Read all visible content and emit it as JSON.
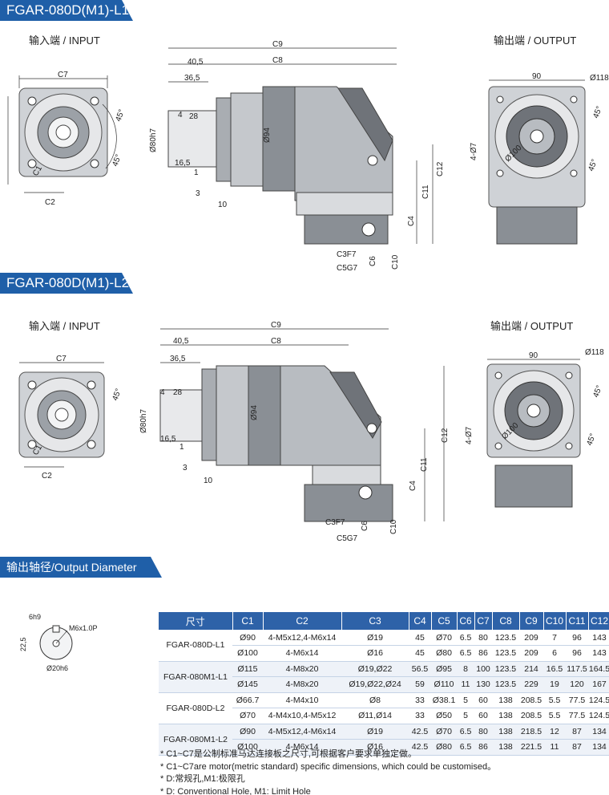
{
  "sections": {
    "l1_title": "FGAR-080D(M1)-L1",
    "l2_title": "FGAR-080D(M1)-L2",
    "shaft_title": "输出轴径/Output Diameter"
  },
  "views": {
    "input_label": "输入端 / INPUT",
    "output_label": "输出端 / OUTPUT"
  },
  "dims": {
    "c1": "C1",
    "c2": "C2",
    "c3": "C3",
    "c4": "C4",
    "c5": "C5",
    "c6": "C6",
    "c7": "C7",
    "c8": "C8",
    "c9": "C9",
    "c10": "C10",
    "c11": "C11",
    "c12": "C12",
    "c3f7": "C3F7",
    "c5g7": "C5G7",
    "d405": "40,5",
    "d365": "36,5",
    "d28": "28",
    "d4": "4",
    "d165": "16,5",
    "d1": "1",
    "d3": "3",
    "d10": "10",
    "d80": "Ø80h7",
    "d94": "Ø94",
    "d90": "90",
    "d118": "Ø118",
    "d100": "Ø100",
    "d47": "4-Ø7",
    "a45": "45°"
  },
  "shaft": {
    "key": "6h9",
    "height": "22,5",
    "thread": "M6x1.0P",
    "dia": "Ø20h6"
  },
  "table": {
    "headers": [
      "尺寸",
      "C1",
      "C2",
      "C3",
      "C4",
      "C5",
      "C6",
      "C7",
      "C8",
      "C9",
      "C10",
      "C11",
      "C12"
    ],
    "groups": [
      {
        "model": "FGAR-080D-L1",
        "rows": [
          [
            "Ø90",
            "4-M5x12,4-M6x14",
            "Ø19",
            "45",
            "Ø70",
            "6.5",
            "80",
            "123.5",
            "209",
            "7",
            "96",
            "143"
          ],
          [
            "Ø100",
            "4-M6x14",
            "Ø16",
            "45",
            "Ø80",
            "6.5",
            "86",
            "123.5",
            "209",
            "6",
            "96",
            "143"
          ]
        ]
      },
      {
        "model": "FGAR-080M1-L1",
        "rows": [
          [
            "Ø115",
            "4-M8x20",
            "Ø19,Ø22",
            "56.5",
            "Ø95",
            "8",
            "100",
            "123.5",
            "214",
            "16.5",
            "117.5",
            "164.5"
          ],
          [
            "Ø145",
            "4-M8x20",
            "Ø19,Ø22,Ø24",
            "59",
            "Ø110",
            "11",
            "130",
            "123.5",
            "229",
            "19",
            "120",
            "167"
          ]
        ]
      },
      {
        "model": "FGAR-080D-L2",
        "rows": [
          [
            "Ø66.7",
            "4-M4x10",
            "Ø8",
            "33",
            "Ø38.1",
            "5",
            "60",
            "138",
            "208.5",
            "5.5",
            "77.5",
            "124.5"
          ],
          [
            "Ø70",
            "4-M4x10,4-M5x12",
            "Ø11,Ø14",
            "33",
            "Ø50",
            "5",
            "60",
            "138",
            "208.5",
            "5.5",
            "77.5",
            "124.5"
          ]
        ]
      },
      {
        "model": "FGAR-080M1-L2",
        "rows": [
          [
            "Ø90",
            "4-M5x12,4-M6x14",
            "Ø19",
            "42.5",
            "Ø70",
            "6.5",
            "80",
            "138",
            "218.5",
            "12",
            "87",
            "134"
          ],
          [
            "Ø100",
            "4-M6x14",
            "Ø16",
            "42.5",
            "Ø80",
            "6.5",
            "86",
            "138",
            "221.5",
            "11",
            "87",
            "134"
          ]
        ]
      }
    ]
  },
  "notes": [
    "* C1~C7是公制标准马达连接板之尺寸,可根据客户要求单独定做。",
    "* C1~C7are motor(metric standard)  specific dimensions, which could be customised。",
    "* D:常规孔,M1:极限孔",
    "* D: Conventional Hole, M1: Limit Hole"
  ],
  "colors": {
    "tab_blue": "#1f5fa8",
    "header_blue": "#2e62a8",
    "metal_dark": "#6f7379",
    "metal_light": "#d9dbde"
  }
}
